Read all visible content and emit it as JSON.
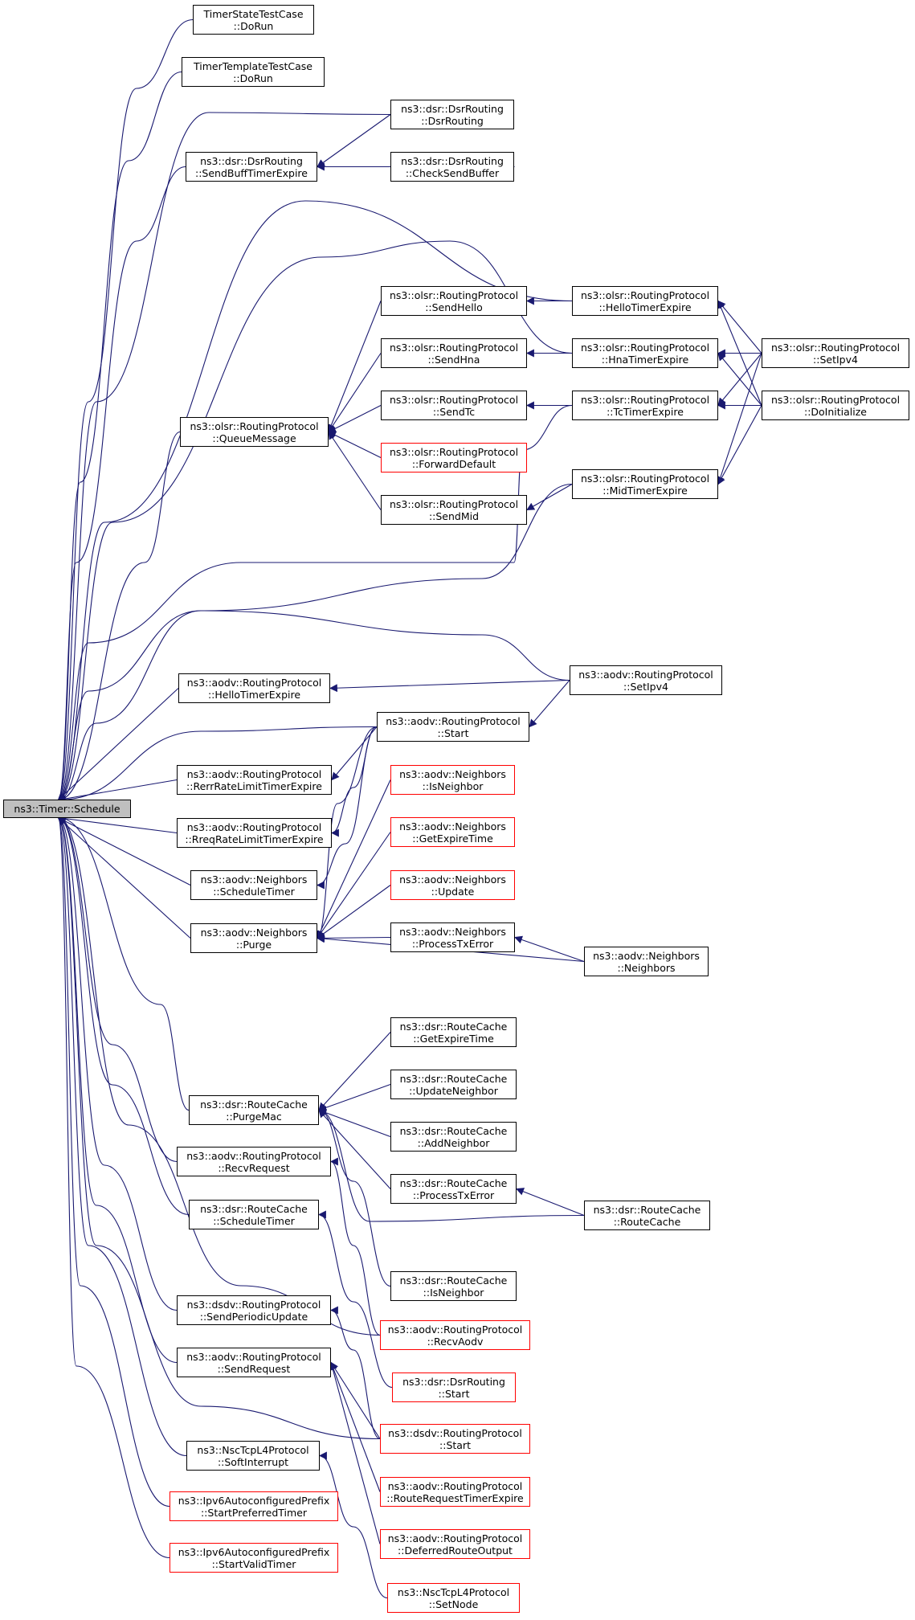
{
  "graph": {
    "edge_color": "#191970",
    "root": {
      "label": "ns3::Timer::Schedule"
    },
    "nodes": [
      {
        "id": "n1",
        "line1": "TimerStateTestCase",
        "line2": "::DoRun",
        "red": false
      },
      {
        "id": "n2",
        "line1": "TimerTemplateTestCase",
        "line2": "::DoRun",
        "red": false
      },
      {
        "id": "n3",
        "line1": "ns3::dsr::DsrRouting",
        "line2": "::DsrRouting",
        "red": false
      },
      {
        "id": "n4",
        "line1": "ns3::dsr::DsrRouting",
        "line2": "::SendBuffTimerExpire",
        "red": false
      },
      {
        "id": "n5",
        "line1": "ns3::dsr::DsrRouting",
        "line2": "::CheckSendBuffer",
        "red": false
      },
      {
        "id": "n6",
        "line1": "ns3::olsr::RoutingProtocol",
        "line2": "::HelloTimerExpire",
        "red": false
      },
      {
        "id": "n7",
        "line1": "ns3::olsr::RoutingProtocol",
        "line2": "::SendHello",
        "red": false
      },
      {
        "id": "n8",
        "line1": "ns3::olsr::RoutingProtocol",
        "line2": "::SendHna",
        "red": false
      },
      {
        "id": "n9",
        "line1": "ns3::olsr::RoutingProtocol",
        "line2": "::HnaTimerExpire",
        "red": false
      },
      {
        "id": "n10",
        "line1": "ns3::olsr::RoutingProtocol",
        "line2": "::SetIpv4",
        "red": false
      },
      {
        "id": "n11",
        "line1": "ns3::olsr::RoutingProtocol",
        "line2": "::QueueMessage",
        "red": false
      },
      {
        "id": "n12",
        "line1": "ns3::olsr::RoutingProtocol",
        "line2": "::SendTc",
        "red": false
      },
      {
        "id": "n13",
        "line1": "ns3::olsr::RoutingProtocol",
        "line2": "::TcTimerExpire",
        "red": false
      },
      {
        "id": "n14",
        "line1": "ns3::olsr::RoutingProtocol",
        "line2": "::DoInitialize",
        "red": false
      },
      {
        "id": "n15",
        "line1": "ns3::olsr::RoutingProtocol",
        "line2": "::ForwardDefault",
        "red": true
      },
      {
        "id": "n16",
        "line1": "ns3::olsr::RoutingProtocol",
        "line2": "::MidTimerExpire",
        "red": false
      },
      {
        "id": "n17",
        "line1": "ns3::olsr::RoutingProtocol",
        "line2": "::SendMid",
        "red": false
      },
      {
        "id": "n18",
        "line1": "ns3::aodv::RoutingProtocol",
        "line2": "::SetIpv4",
        "red": false
      },
      {
        "id": "n19",
        "line1": "ns3::aodv::RoutingProtocol",
        "line2": "::HelloTimerExpire",
        "red": false
      },
      {
        "id": "n20",
        "line1": "ns3::aodv::RoutingProtocol",
        "line2": "::Start",
        "red": false
      },
      {
        "id": "n21",
        "line1": "ns3::aodv::Neighbors",
        "line2": "::IsNeighbor",
        "red": true
      },
      {
        "id": "n22",
        "line1": "ns3::aodv::RoutingProtocol",
        "line2": "::RerrRateLimitTimerExpire",
        "red": false
      },
      {
        "id": "n23",
        "line1": "ns3::aodv::Neighbors",
        "line2": "::GetExpireTime",
        "red": true
      },
      {
        "id": "n24",
        "line1": "ns3::aodv::RoutingProtocol",
        "line2": "::RreqRateLimitTimerExpire",
        "red": false
      },
      {
        "id": "n25",
        "line1": "ns3::aodv::Neighbors",
        "line2": "::Update",
        "red": true
      },
      {
        "id": "n26",
        "line1": "ns3::aodv::Neighbors",
        "line2": "::ScheduleTimer",
        "red": false
      },
      {
        "id": "n27",
        "line1": "ns3::aodv::Neighbors",
        "line2": "::Purge",
        "red": false
      },
      {
        "id": "n28",
        "line1": "ns3::aodv::Neighbors",
        "line2": "::ProcessTxError",
        "red": false
      },
      {
        "id": "n29",
        "line1": "ns3::aodv::Neighbors",
        "line2": "::Neighbors",
        "red": false
      },
      {
        "id": "n30",
        "line1": "ns3::dsr::RouteCache",
        "line2": "::GetExpireTime",
        "red": false
      },
      {
        "id": "n31",
        "line1": "ns3::dsr::RouteCache",
        "line2": "::UpdateNeighbor",
        "red": false
      },
      {
        "id": "n32",
        "line1": "ns3::dsr::RouteCache",
        "line2": "::PurgeMac",
        "red": false
      },
      {
        "id": "n33",
        "line1": "ns3::dsr::RouteCache",
        "line2": "::AddNeighbor",
        "red": false
      },
      {
        "id": "n34",
        "line1": "ns3::aodv::RoutingProtocol",
        "line2": "::RecvRequest",
        "red": false
      },
      {
        "id": "n35",
        "line1": "ns3::dsr::RouteCache",
        "line2": "::ProcessTxError",
        "red": false
      },
      {
        "id": "n36",
        "line1": "ns3::dsr::RouteCache",
        "line2": "::RouteCache",
        "red": false
      },
      {
        "id": "n37",
        "line1": "ns3::dsr::RouteCache",
        "line2": "::ScheduleTimer",
        "red": false
      },
      {
        "id": "n38",
        "line1": "ns3::dsr::RouteCache",
        "line2": "::IsNeighbor",
        "red": false
      },
      {
        "id": "n39",
        "line1": "ns3::dsdv::RoutingProtocol",
        "line2": "::SendPeriodicUpdate",
        "red": false
      },
      {
        "id": "n40",
        "line1": "ns3::aodv::RoutingProtocol",
        "line2": "::RecvAodv",
        "red": true
      },
      {
        "id": "n41",
        "line1": "ns3::aodv::RoutingProtocol",
        "line2": "::SendRequest",
        "red": false
      },
      {
        "id": "n42",
        "line1": "ns3::dsr::DsrRouting",
        "line2": "::Start",
        "red": true
      },
      {
        "id": "n43",
        "line1": "ns3::dsdv::RoutingProtocol",
        "line2": "::Start",
        "red": true
      },
      {
        "id": "n44",
        "line1": "ns3::NscTcpL4Protocol",
        "line2": "::SoftInterrupt",
        "red": false
      },
      {
        "id": "n45",
        "line1": "ns3::aodv::RoutingProtocol",
        "line2": "::RouteRequestTimerExpire",
        "red": true
      },
      {
        "id": "n46",
        "line1": "ns3::Ipv6AutoconfiguredPrefix",
        "line2": "::StartPreferredTimer",
        "red": true
      },
      {
        "id": "n47",
        "line1": "ns3::aodv::RoutingProtocol",
        "line2": "::DeferredRouteOutput",
        "red": true
      },
      {
        "id": "n48",
        "line1": "ns3::Ipv6AutoconfiguredPrefix",
        "line2": "::StartValidTimer",
        "red": true
      },
      {
        "id": "n49",
        "line1": "ns3::NscTcpL4Protocol",
        "line2": "::SetNode",
        "red": true
      }
    ]
  }
}
